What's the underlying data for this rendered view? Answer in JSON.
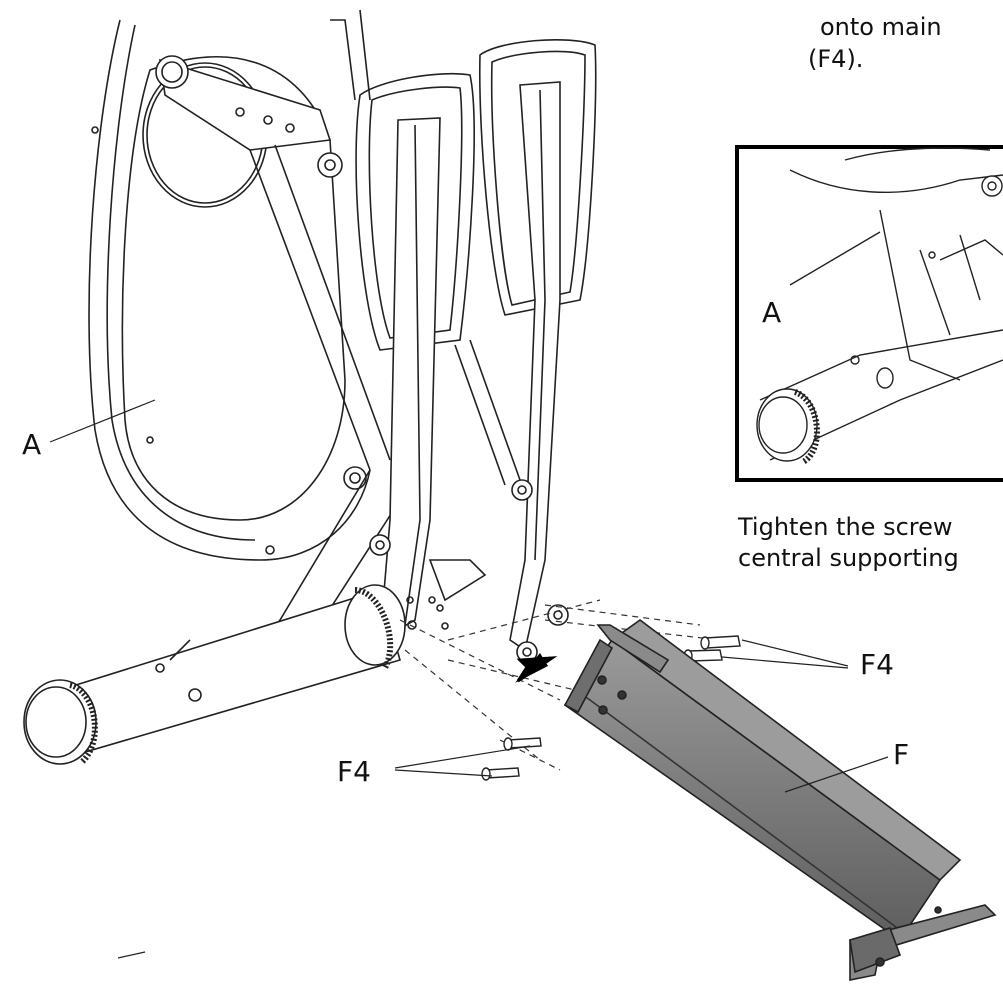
{
  "instruction_top": {
    "line1": "onto main",
    "line2": "(F4)."
  },
  "instruction_bottom": {
    "line1": "Tighten the screw",
    "line2": "central supporting"
  },
  "labels": {
    "frame_main": "A",
    "frame_inset": "A",
    "tube": "F",
    "screws_right": "F4",
    "screws_left": "F4"
  },
  "colors": {
    "line": "#222222",
    "tube_fill": "#7a7a7a",
    "tube_dark": "#555555",
    "accent": "#000000"
  }
}
